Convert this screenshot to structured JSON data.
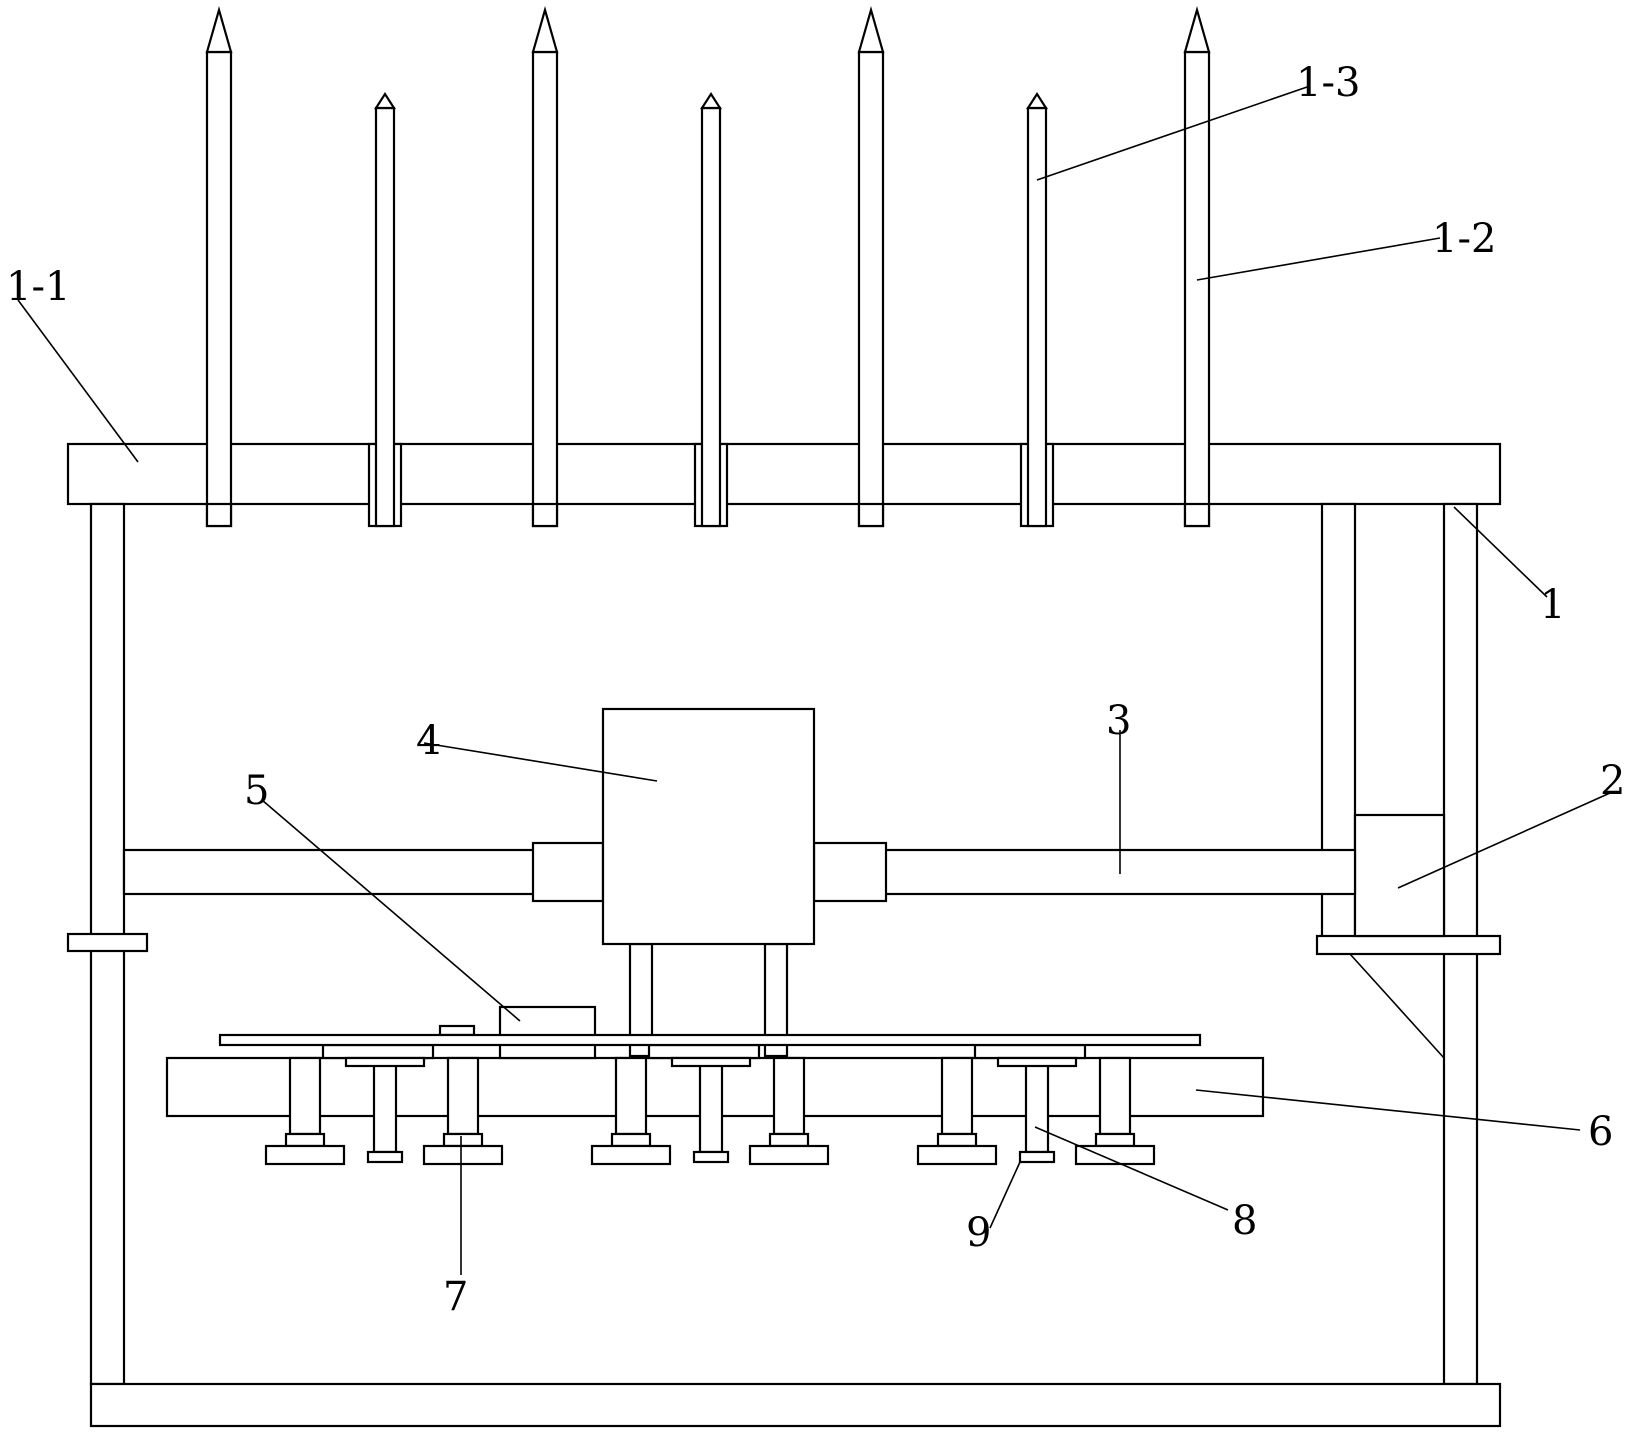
{
  "labels": {
    "frame": "1",
    "top_plate": "1-1",
    "long_rod": "1-2",
    "short_rod": "1-3",
    "slider": "2",
    "cross_beam": "3",
    "box": "4",
    "block": "5",
    "base_plate": "6",
    "foot": "7",
    "post": "8",
    "nut": "9"
  },
  "colors": {
    "line": "#000000",
    "background": "#ffffff"
  }
}
